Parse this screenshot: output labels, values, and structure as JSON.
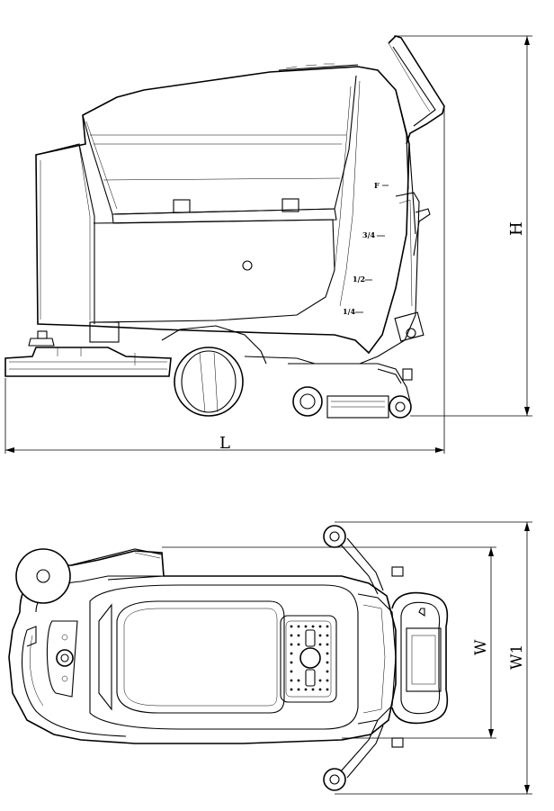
{
  "side_view": {
    "level_marks": [
      "F",
      "3/4",
      "1/2",
      "1/4"
    ],
    "dimension_length": "L",
    "dimension_height": "H"
  },
  "top_view": {
    "dimension_width": "W",
    "dimension_width_overall": "W1"
  }
}
